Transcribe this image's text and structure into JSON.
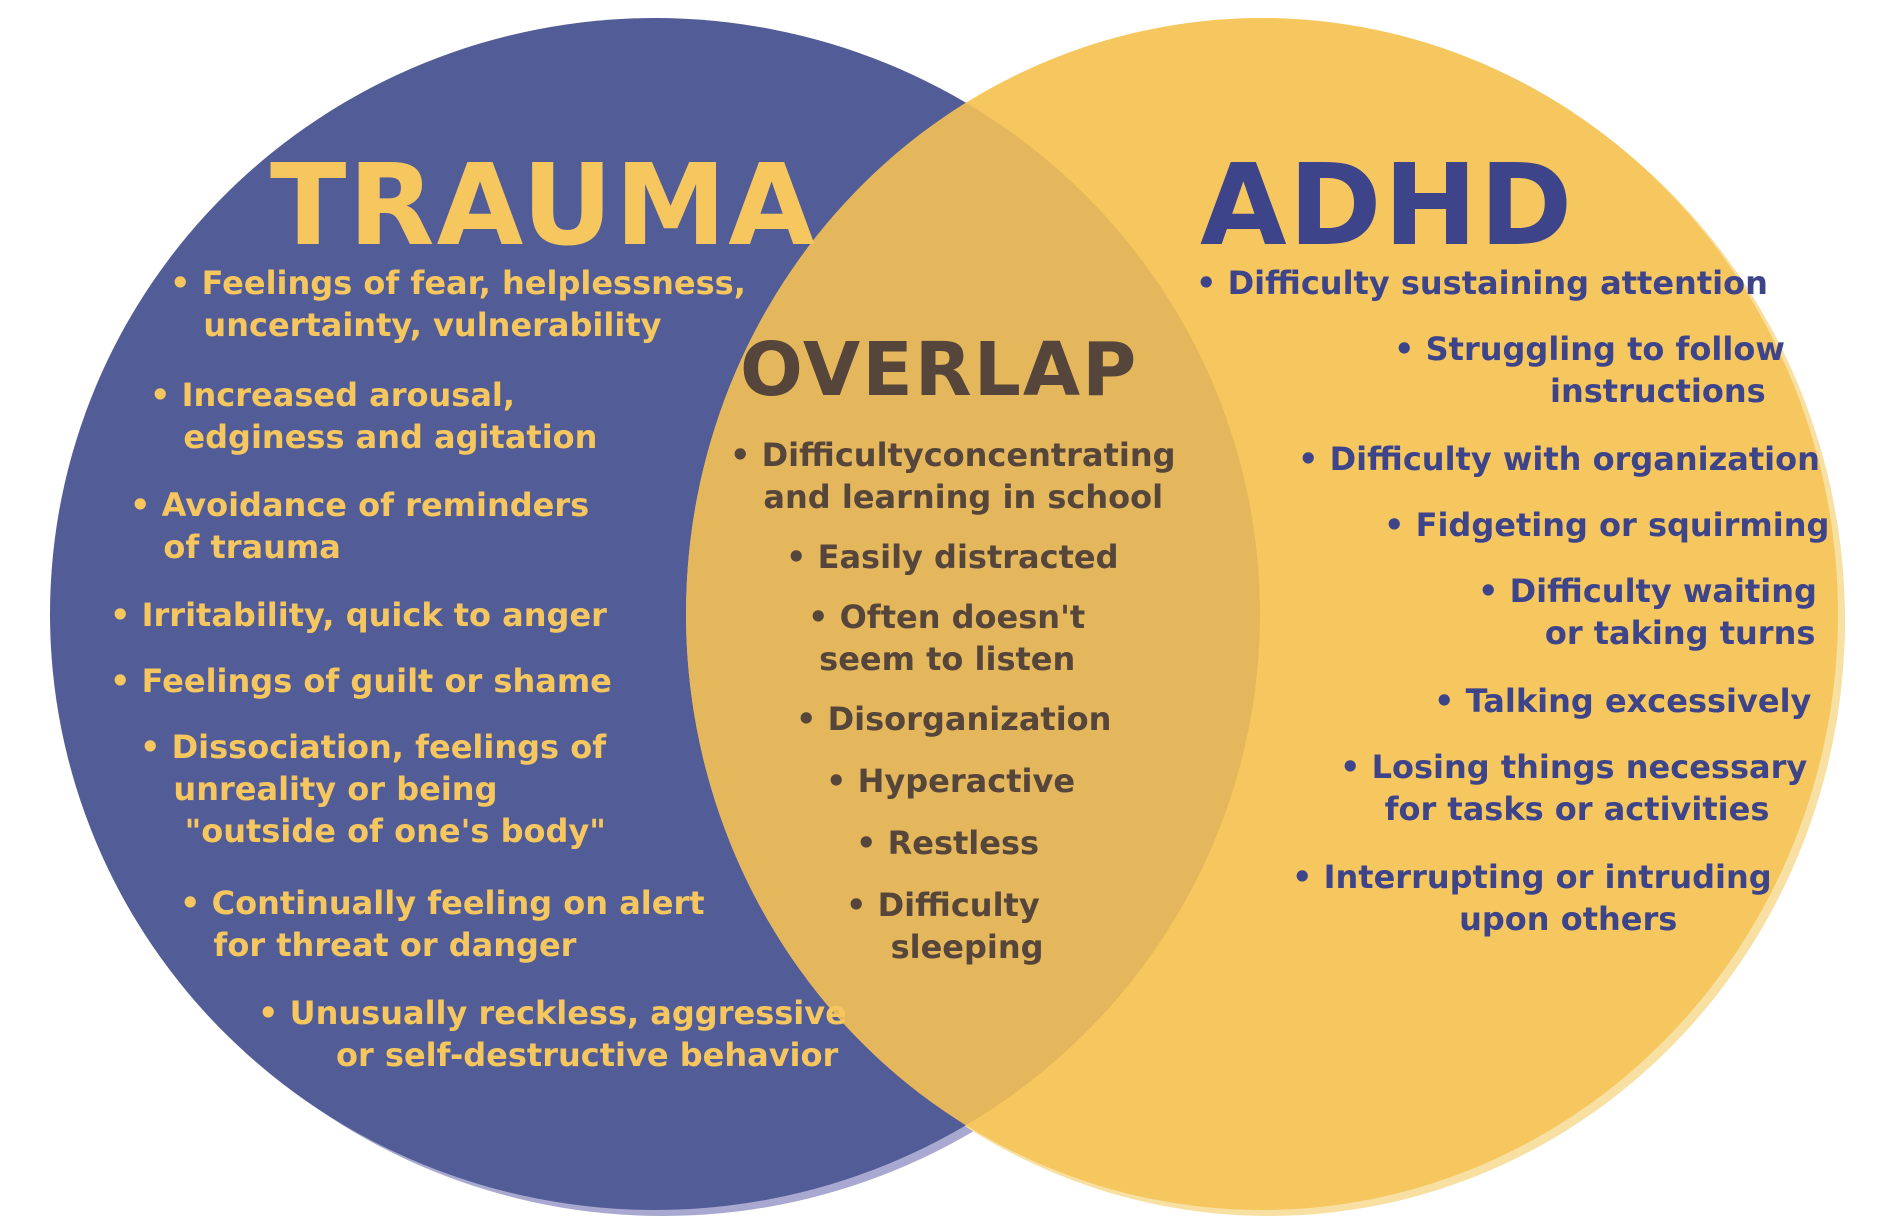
{
  "colors": {
    "trauma_circle": "#525c97",
    "adhd_circle": "#f6c75e",
    "overlap_region": "#e4b75c",
    "trauma_text": "#f6c75e",
    "adhd_text": "#3d4489",
    "overlap_text": "#55453a"
  },
  "trauma": {
    "title": "TRAUMA",
    "items": [
      "• Feelings of fear, helplessness,\n   uncertainty, vulnerability",
      "• Increased arousal,\n   edginess and agitation",
      "• Avoidance of reminders\n   of trauma",
      "• Irritability, quick to anger",
      "• Feelings of guilt or shame",
      "• Dissociation, feelings of\n   unreality or being\n    \"outside of one's body\"",
      "• Continually feeling on alert\n   for threat or danger",
      "• Unusually reckless, aggressive\n       or self-destructive behavior"
    ]
  },
  "overlap": {
    "title": "OVERLAP",
    "items": [
      "• Difficultyconcentrating\n   and learning in school",
      "• Easily distracted",
      "• Often doesn't\n seem to listen",
      "• Disorganization",
      "• Hyperactive",
      "• Restless",
      "• Difficulty\n    sleeping"
    ]
  },
  "adhd": {
    "title": "ADHD",
    "items": [
      "• Difficulty sustaining attention",
      "• Struggling to follow\n              instructions",
      "• Difficulty with organization",
      "• Fidgeting or squirming",
      "• Difficulty waiting\n      or taking turns",
      "• Talking excessively",
      "• Losing things necessary\n    for tasks or activities",
      "• Interrupting or intruding\n               upon others"
    ]
  }
}
